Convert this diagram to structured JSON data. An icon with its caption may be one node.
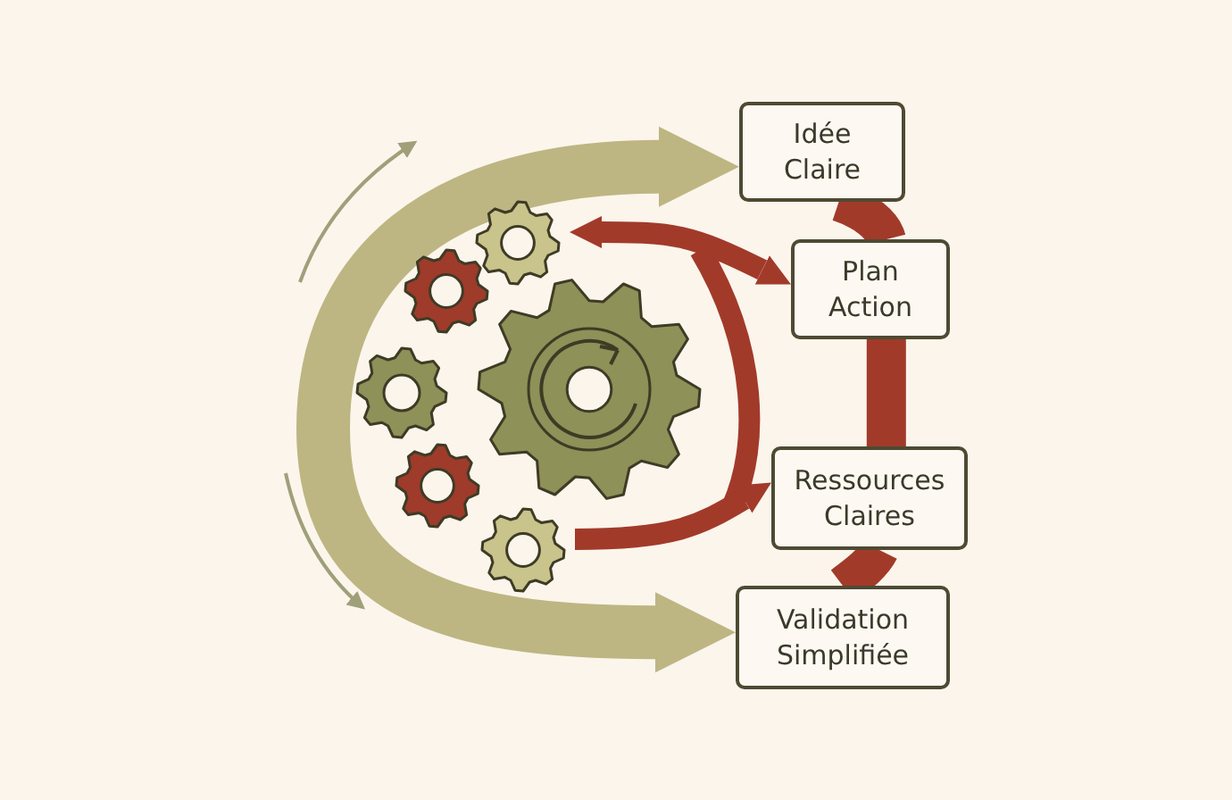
{
  "diagram": {
    "nodes": [
      {
        "text": [
          "Idée Claire"
        ]
      },
      {
        "text": [
          "Plan Action"
        ]
      },
      {
        "text": [
          "Ressources Claires"
        ]
      },
      {
        "text": [
          "Validation Simplifiée"
        ]
      },
      {
        "text": [],
        "shape": "gear"
      },
      {
        "text": [],
        "shape": "gear"
      }
    ],
    "edges": [
      {
        "from": null,
        "to": 0,
        "arrow": "to",
        "color": "#bdb682"
      },
      {
        "from": null,
        "to": 3,
        "arrow": "to",
        "color": "#bdb682"
      },
      {
        "from": 0,
        "to": 1,
        "arrow": "none"
      },
      {
        "from": 1,
        "to": 2,
        "arrow": "none"
      },
      {
        "from": 2,
        "to": 3,
        "arrow": "none"
      },
      {
        "from": 4,
        "to": 1,
        "arrow": "both"
      },
      {
        "from": 5,
        "to": 2,
        "arrow": "to"
      }
    ]
  }
}
